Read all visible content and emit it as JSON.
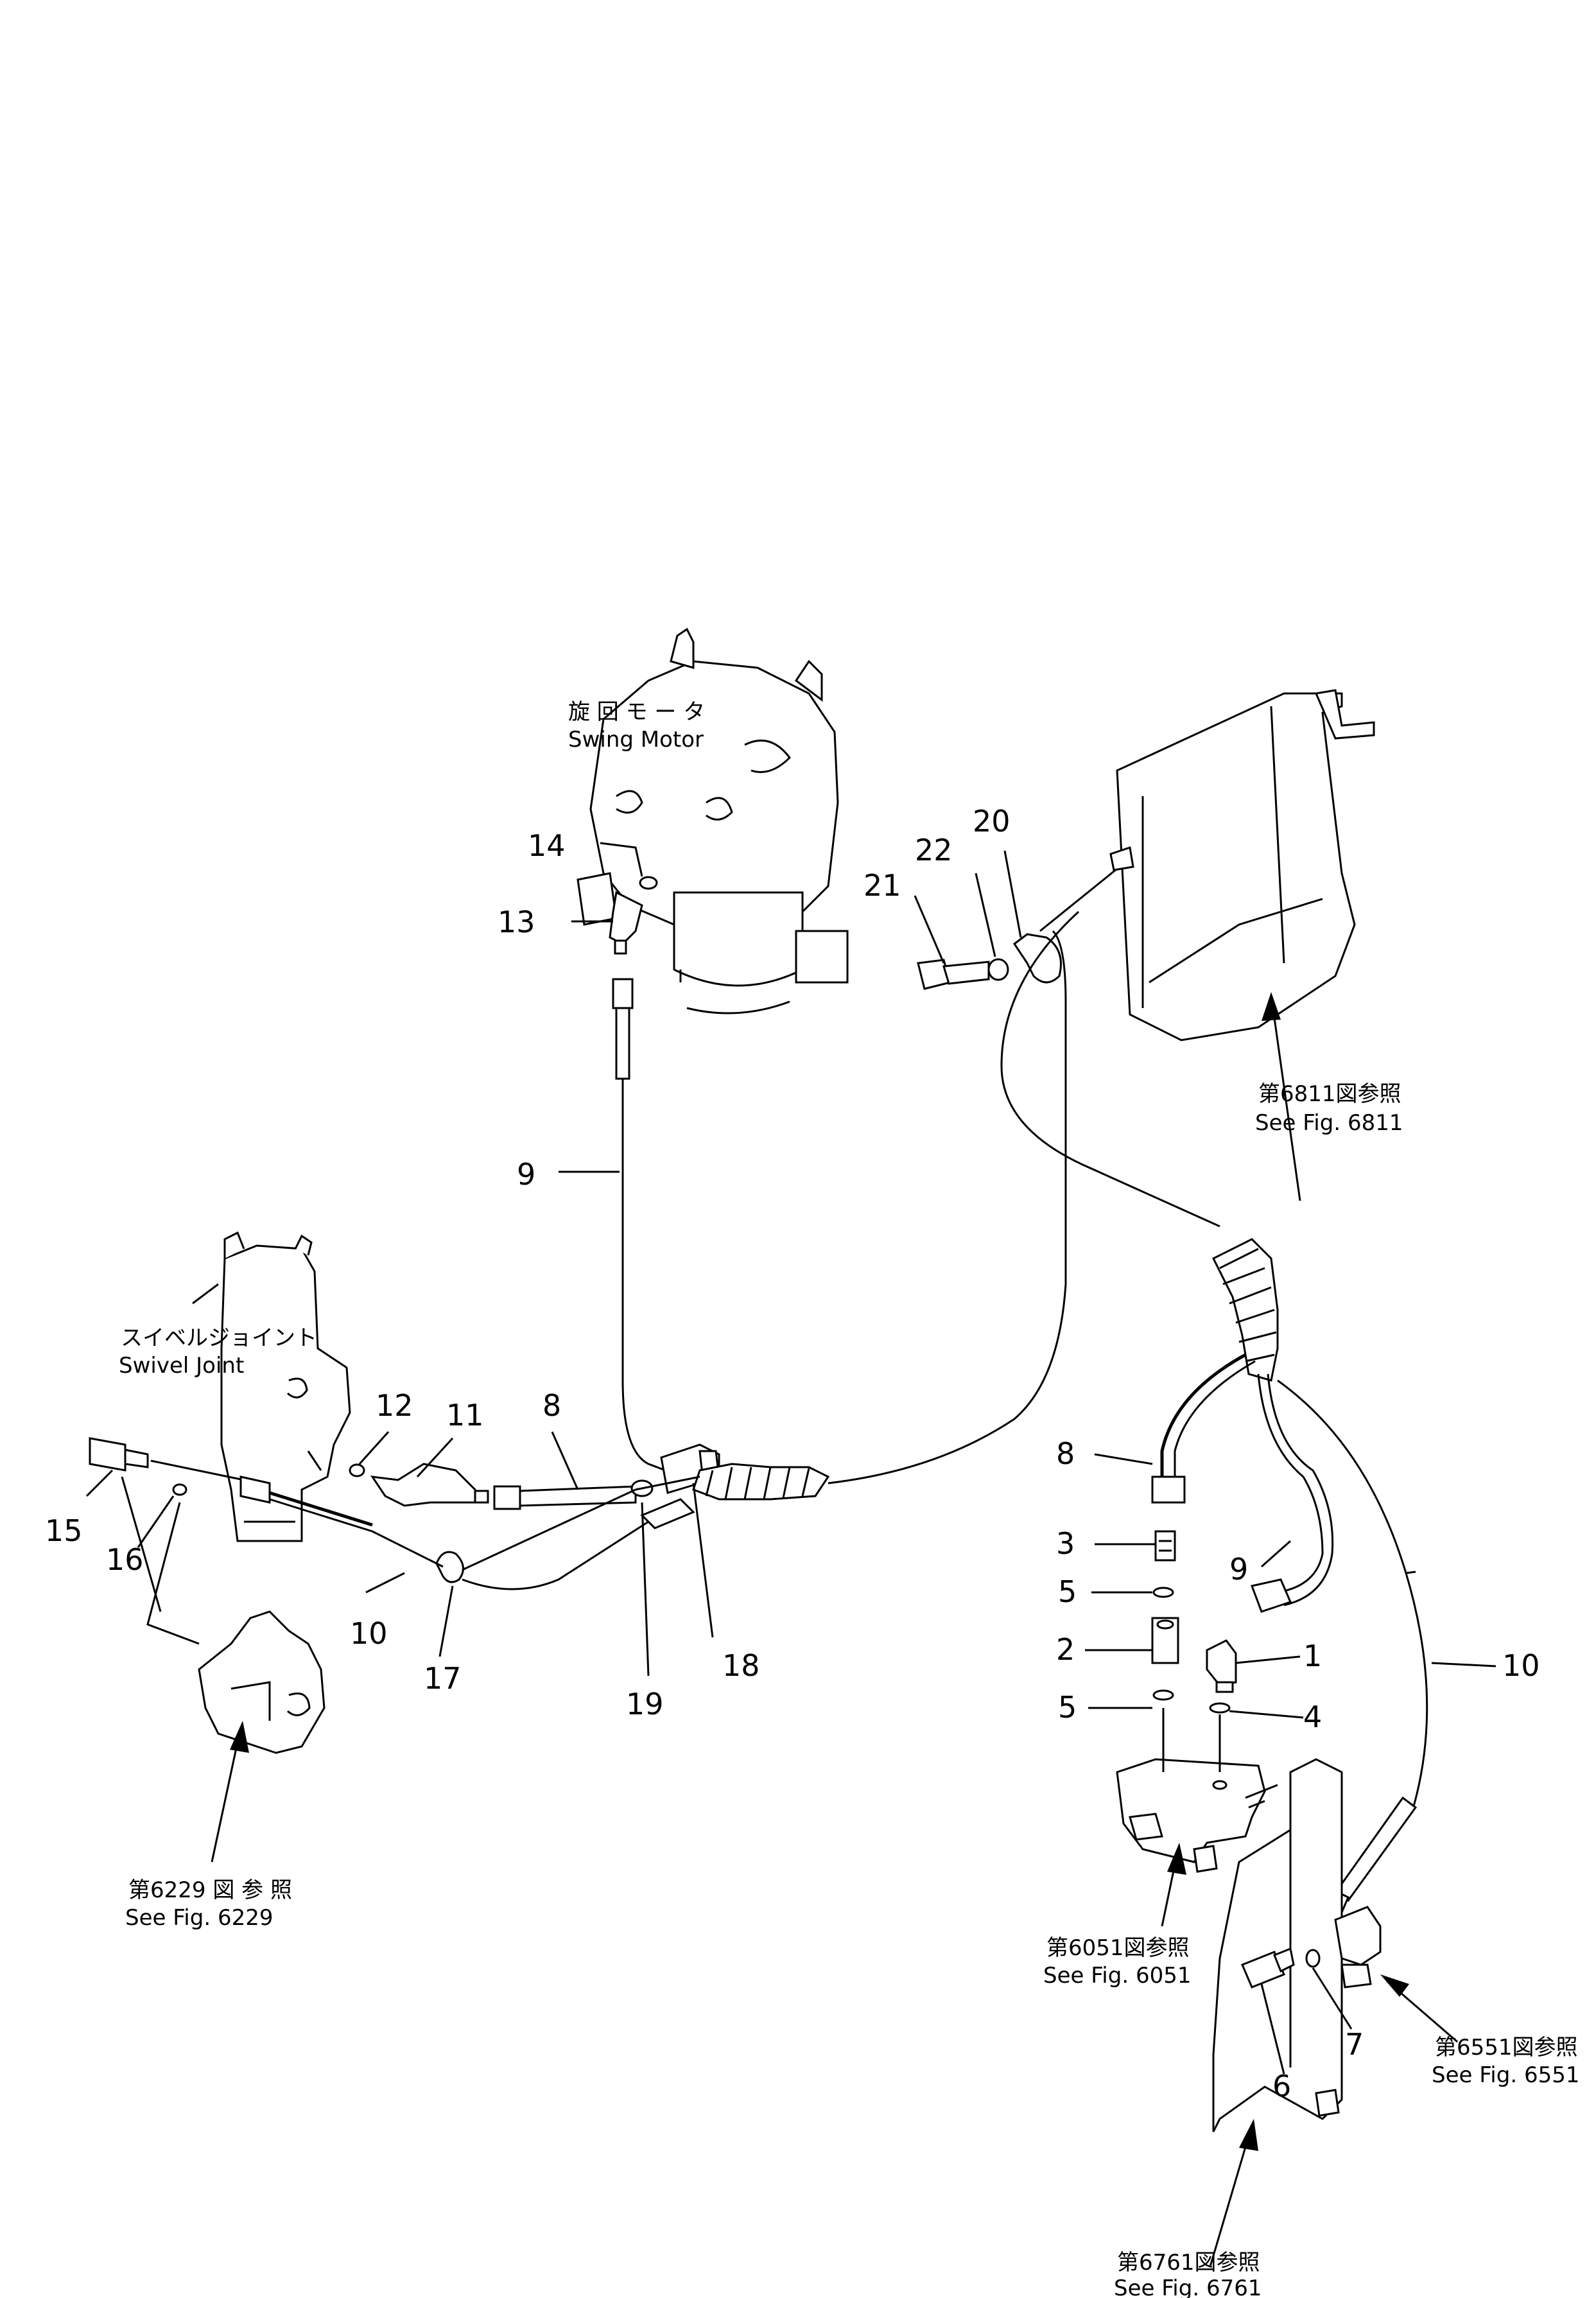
{
  "components": {
    "swing_motor": {
      "jp": "旋 回 モ ー タ",
      "en": "Swing  Motor"
    },
    "swivel_joint": {
      "jp": "スイベルジョイント",
      "en": "Swivel  Joint"
    }
  },
  "references": {
    "fig6811": {
      "jp": "第6811図参照",
      "en": "See  Fig. 6811"
    },
    "fig6229": {
      "jp": "第6229 図 参 照",
      "en": "See Fig. 6229"
    },
    "fig6051": {
      "jp": "第6051図参照",
      "en": "See  Fig. 6051"
    },
    "fig6551": {
      "jp": "第6551図参照",
      "en": "See  Fig. 6551"
    },
    "fig6761": {
      "jp": "第6761図参照",
      "en": "See  Fig. 6761"
    }
  },
  "callouts": {
    "c1": "1",
    "c2": "2",
    "c3": "3",
    "c4": "4",
    "c5a": "5",
    "c5b": "5",
    "c6": "6",
    "c7": "7",
    "c8a": "8",
    "c8b": "8",
    "c9a": "9",
    "c9b": "9",
    "c10a": "10",
    "c10b": "10",
    "c11": "11",
    "c12": "12",
    "c13": "13",
    "c14": "14",
    "c15": "15",
    "c16": "16",
    "c17": "17",
    "c18": "18",
    "c19": "19",
    "c20": "20",
    "c21": "21",
    "c22": "22"
  }
}
